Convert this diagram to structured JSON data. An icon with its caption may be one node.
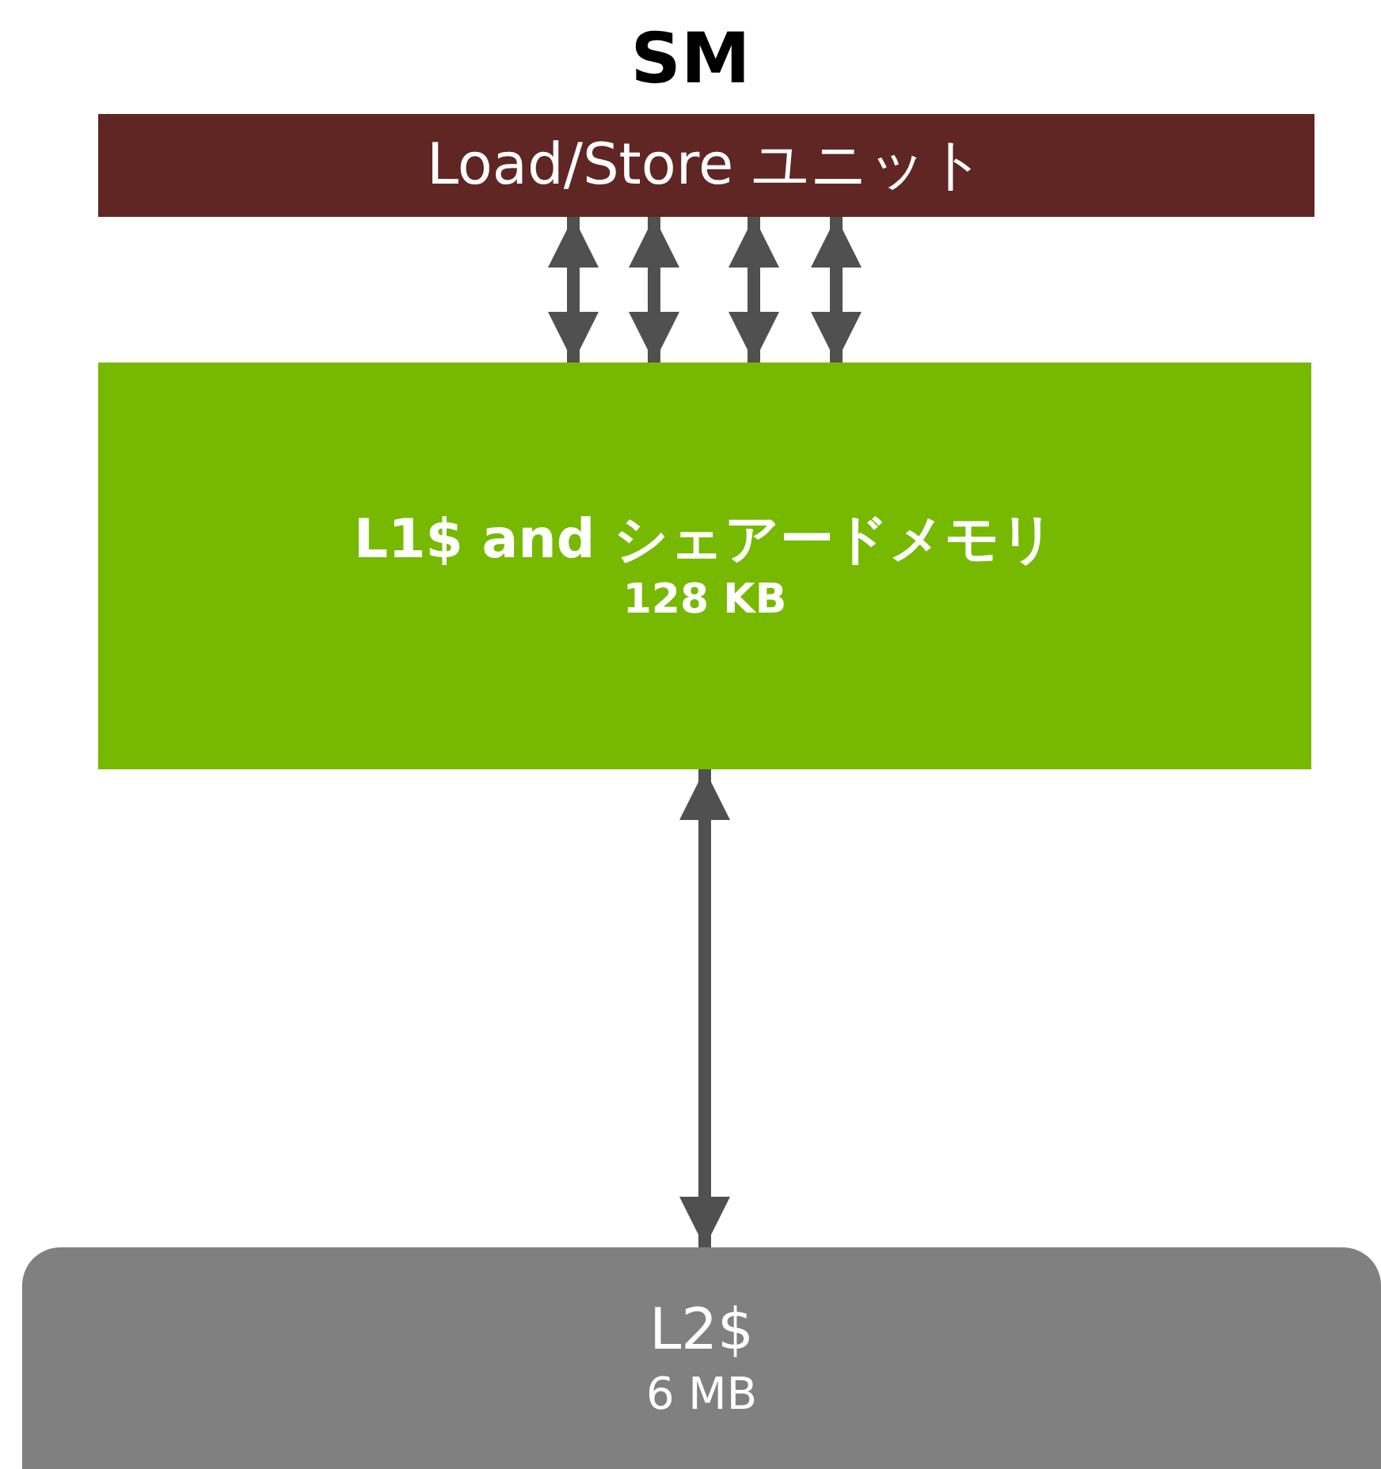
{
  "diagram": {
    "title": "SM",
    "nodes": [
      {
        "text": [
          "Load/Store ユニット"
        ]
      },
      {
        "text": [
          "L1$ and シェアードメモリ",
          "128 KB"
        ]
      },
      {
        "text": [
          "L2$",
          "6 MB"
        ]
      }
    ],
    "edges": [
      {
        "from": 0,
        "to": 1,
        "arrow": "both"
      },
      {
        "from": 0,
        "to": 1,
        "arrow": "both"
      },
      {
        "from": 0,
        "to": 1,
        "arrow": "both"
      },
      {
        "from": 0,
        "to": 1,
        "arrow": "both"
      },
      {
        "from": 1,
        "to": 2,
        "arrow": "both"
      }
    ]
  }
}
